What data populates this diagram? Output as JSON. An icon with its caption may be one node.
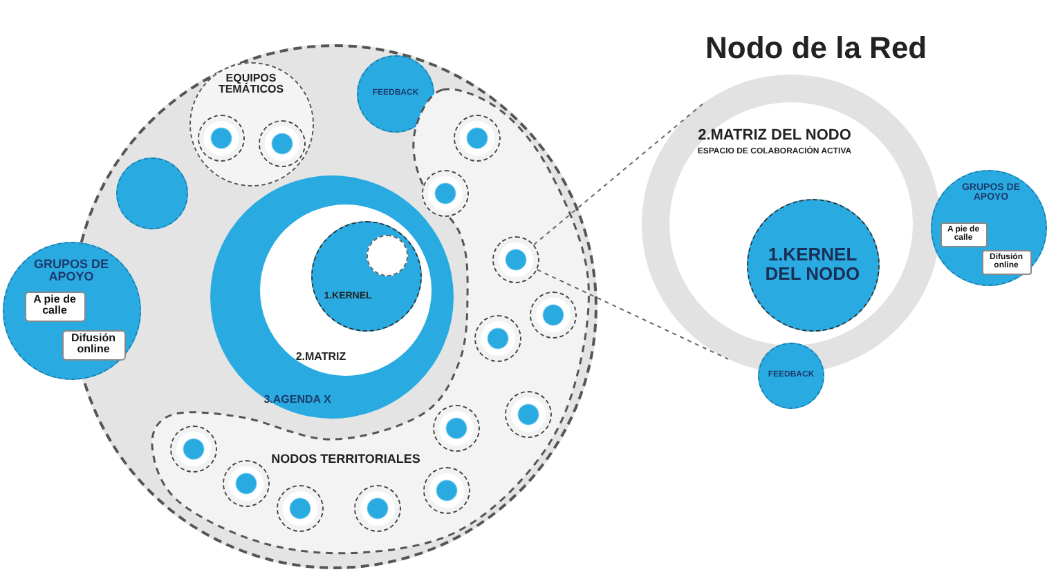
{
  "diagram": {
    "title": "Nodo de la Red",
    "nodes": [
      {
        "text": [],
        "shape": "circle"
      },
      {
        "text": [
          "EQUIPOS TEMÁTICOS"
        ],
        "in": 0
      },
      {
        "text": [],
        "shape": "circle",
        "in": 1
      },
      {
        "text": [],
        "shape": "circle",
        "in": 1
      },
      {
        "text": [
          "FEEDBACK"
        ],
        "in": 0
      },
      {
        "text": [],
        "shape": "circle",
        "in": 0
      },
      {
        "text": [
          "GRUPOS DE APOYO"
        ]
      },
      {
        "text": [
          "A pie de calle"
        ],
        "in": 6
      },
      {
        "text": [
          "Difusión online"
        ],
        "in": 6
      },
      {
        "text": [
          "3.AGENDA X"
        ],
        "in": 0
      },
      {
        "text": [
          "2.MATRIZ"
        ],
        "in": 9
      },
      {
        "text": [
          "1.KERNEL"
        ],
        "in": 10
      },
      {
        "text": [],
        "shape": "circle",
        "in": 11
      },
      {
        "text": [
          "NODOS TERRITORIALES"
        ],
        "in": 0
      },
      {
        "text": [],
        "shape": "circle",
        "in": 13
      },
      {
        "text": [],
        "shape": "circle",
        "in": 13
      },
      {
        "text": [],
        "shape": "circle",
        "in": 13
      },
      {
        "text": [],
        "shape": "circle",
        "in": 13
      },
      {
        "text": [],
        "shape": "circle",
        "in": 13
      },
      {
        "text": [],
        "shape": "circle",
        "in": 13
      },
      {
        "text": [],
        "shape": "circle",
        "in": 13
      },
      {
        "text": [],
        "shape": "circle",
        "in": 13
      },
      {
        "text": [],
        "shape": "circle",
        "in": 13
      },
      {
        "text": [],
        "shape": "circle",
        "in": 13
      },
      {
        "text": [],
        "shape": "circle",
        "in": 13
      },
      {
        "text": [],
        "shape": "circle",
        "in": 13
      },
      {
        "text": [
          "2.MATRIZ DEL NODO",
          "ESPACIO DE COLABORACIÓN ACTIVA"
        ]
      },
      {
        "text": [
          "1.KERNEL DEL NODO"
        ],
        "in": 26
      },
      {
        "text": [
          "GRUPOS DE APOYO"
        ]
      },
      {
        "text": [
          "A pie de calle"
        ],
        "in": 28
      },
      {
        "text": [
          "Difusión online"
        ],
        "in": 28
      },
      {
        "text": [
          "FEEDBACK"
        ]
      }
    ],
    "edges": [
      {
        "from": 16,
        "to": 26,
        "arrow": "none",
        "style": "dashed"
      },
      {
        "from": 16,
        "to": 26,
        "arrow": "none",
        "style": "dashed"
      }
    ]
  }
}
